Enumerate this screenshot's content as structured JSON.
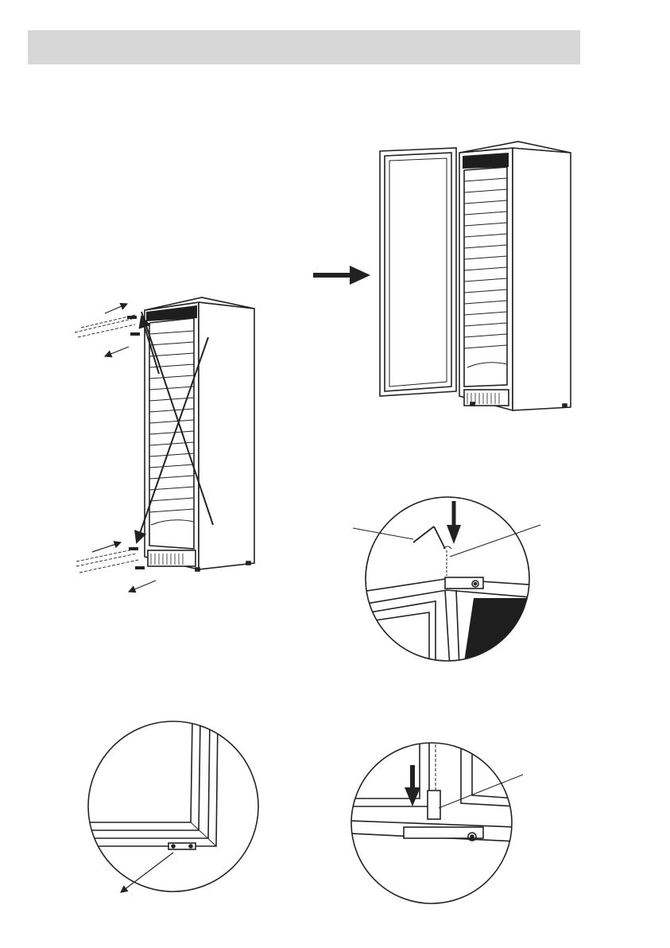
{
  "page": {
    "header_bar_color": "#d7d7d7",
    "line_color": "#222222",
    "fill_dark": "#1e1e1e"
  },
  "figures": [
    {
      "id": "cabinet-removing-door",
      "icon": "cabinet-with-cross-icon"
    },
    {
      "id": "direction-arrow",
      "icon": "right-arrow-icon"
    },
    {
      "id": "cabinet-door-open",
      "icon": "cabinet-door-open-icon"
    },
    {
      "id": "top-hinge-detail",
      "icon": "top-hinge-detail-icon"
    },
    {
      "id": "door-bottom-detail",
      "icon": "door-bottom-corner-icon"
    },
    {
      "id": "bottom-hinge-detail",
      "icon": "bottom-hinge-detail-icon"
    }
  ]
}
